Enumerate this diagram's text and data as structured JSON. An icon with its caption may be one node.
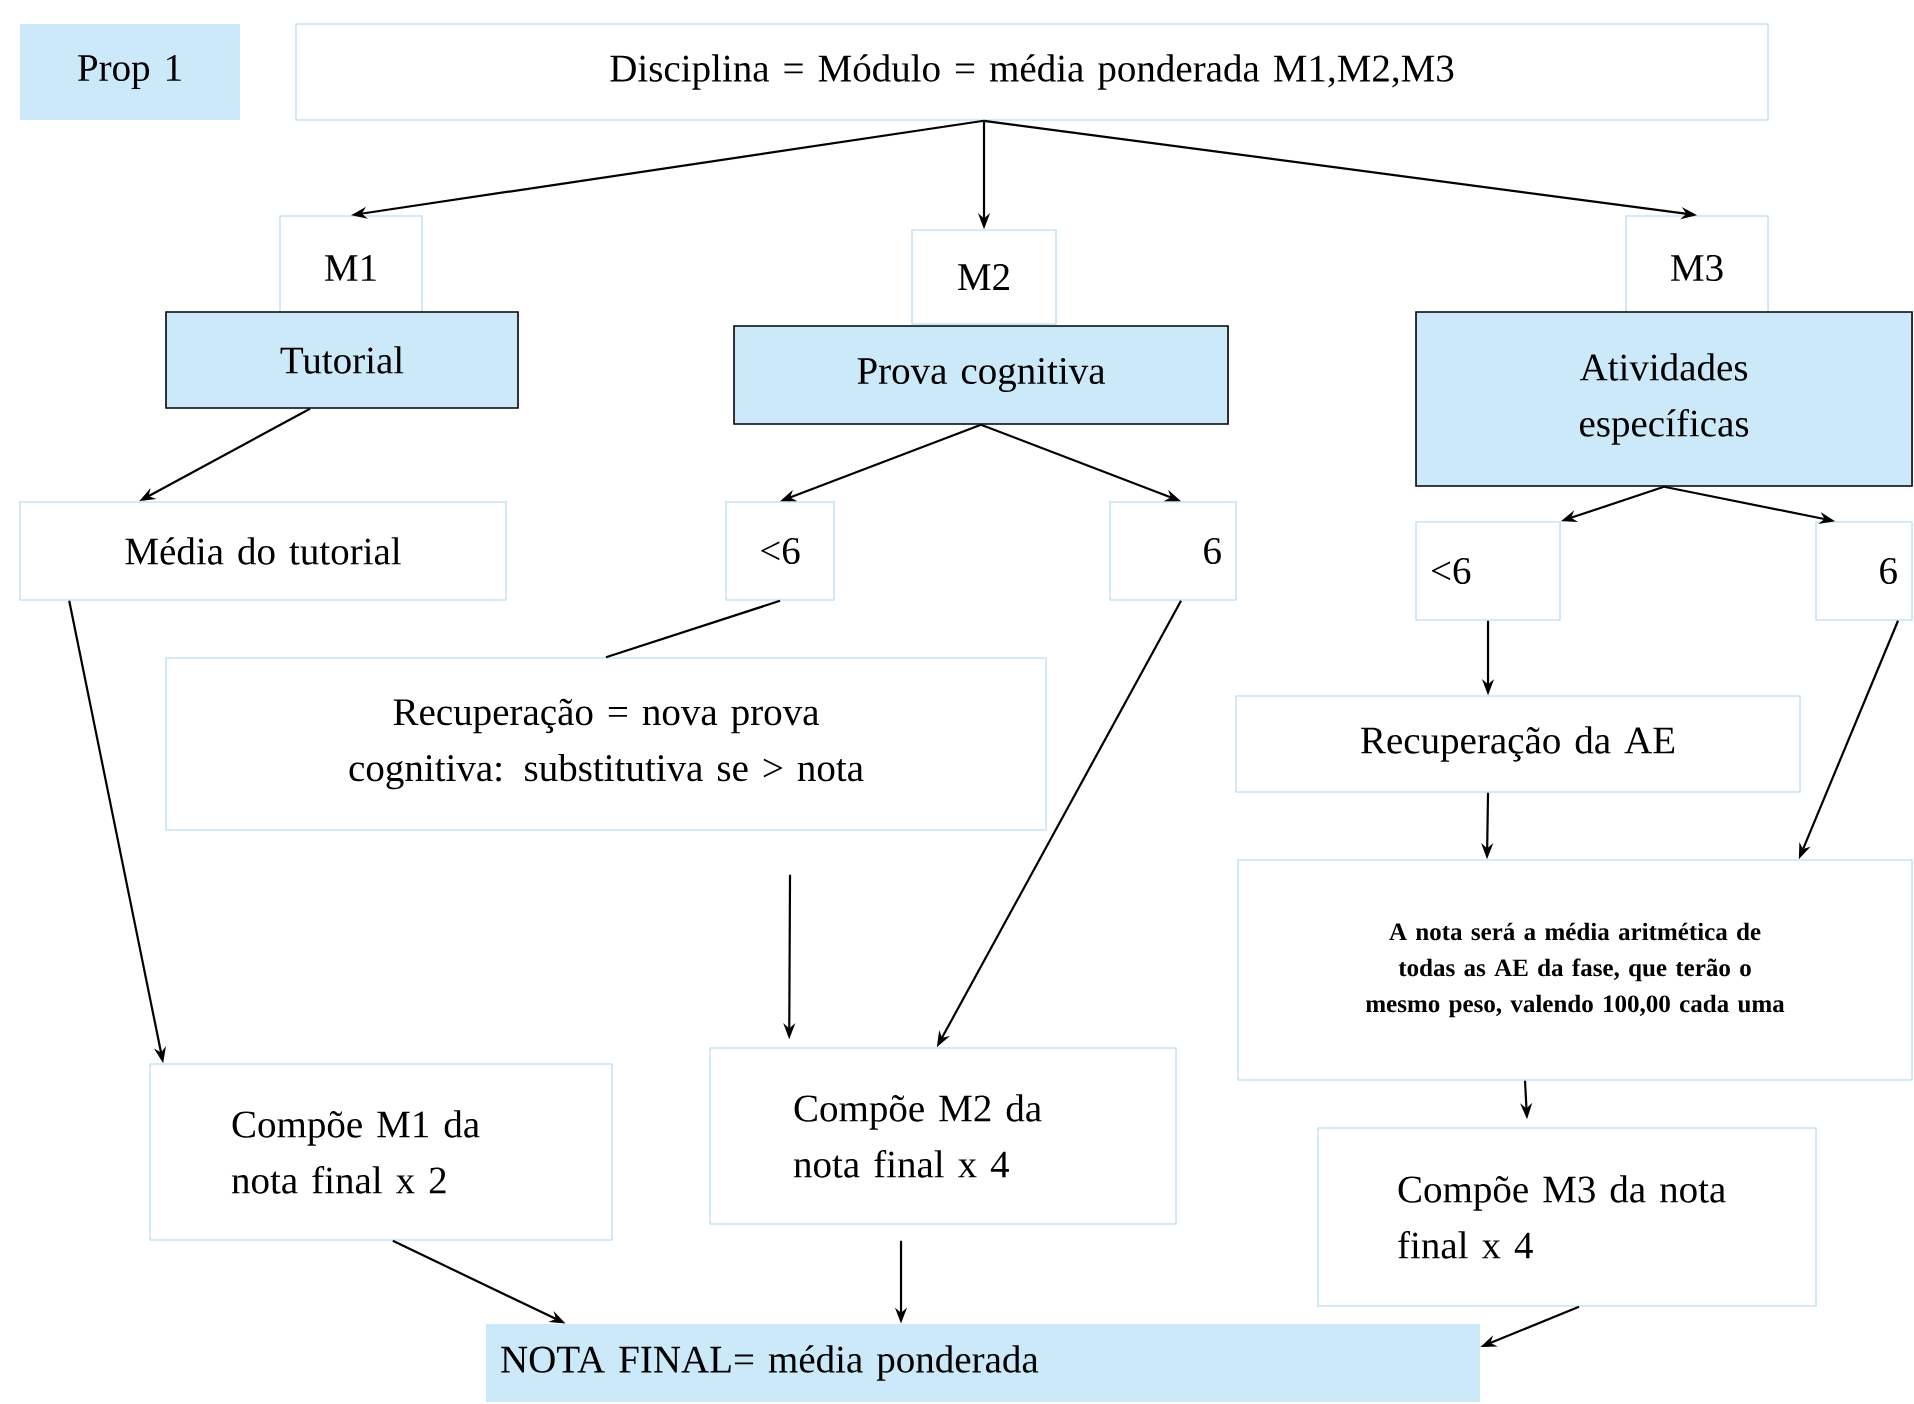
{
  "diagram": {
    "nodes": [
      {
        "text": [
          "Prop 1"
        ]
      },
      {
        "text": [
          "Disciplina = Módulo = média ponderada M1,M2,M3"
        ]
      },
      {
        "text": [
          "M1"
        ]
      },
      {
        "text": [
          "M2"
        ]
      },
      {
        "text": [
          "M3"
        ]
      },
      {
        "text": [
          "Tutorial"
        ]
      },
      {
        "text": [
          "Prova cognitiva"
        ]
      },
      {
        "text": [
          "Atividades específicas"
        ]
      },
      {
        "text": [
          "Média do tutorial"
        ]
      },
      {
        "text": [
          "<6"
        ]
      },
      {
        "text": [
          "6"
        ]
      },
      {
        "text": [
          "<6"
        ]
      },
      {
        "text": [
          "6"
        ]
      },
      {
        "text": [
          "Recuperação = nova prova cognitiva: substitutiva se > nota"
        ]
      },
      {
        "text": [
          "Recuperação da AE"
        ]
      },
      {
        "text": [
          "A nota será a média aritmética de todas as AE da fase, que terão o mesmo peso, valendo 100,00 cada uma"
        ]
      },
      {
        "text": [
          "Compõe M1 da nota final x 2"
        ]
      },
      {
        "text": [
          "Compõe M2 da nota final x 4"
        ]
      },
      {
        "text": [
          "Compõe M3 da nota final x 4"
        ]
      },
      {
        "text": [
          "NOTA FINAL= média ponderada"
        ]
      }
    ],
    "edges": [
      {
        "from": 1,
        "to": 2,
        "arrow": "to"
      },
      {
        "from": 1,
        "to": 3,
        "arrow": "to"
      },
      {
        "from": 1,
        "to": 4,
        "arrow": "to"
      },
      {
        "from": 5,
        "to": 8,
        "arrow": "to"
      },
      {
        "from": 6,
        "to": 9,
        "arrow": "to"
      },
      {
        "from": 6,
        "to": 10,
        "arrow": "to"
      },
      {
        "from": 7,
        "to": 11,
        "arrow": "to"
      },
      {
        "from": 7,
        "to": 12,
        "arrow": "to"
      },
      {
        "from": 8,
        "to": 16,
        "arrow": "to"
      },
      {
        "from": 9,
        "to": 13,
        "arrow": "none"
      },
      {
        "from": 13,
        "to": 17,
        "arrow": "to"
      },
      {
        "from": 10,
        "to": 17,
        "arrow": "to"
      },
      {
        "from": 11,
        "to": 14,
        "arrow": "to"
      },
      {
        "from": 12,
        "to": 15,
        "arrow": "to"
      },
      {
        "from": 14,
        "to": 15,
        "arrow": "to"
      },
      {
        "from": 15,
        "to": 18,
        "arrow": "to"
      },
      {
        "from": 16,
        "to": 19,
        "arrow": "to"
      },
      {
        "from": 17,
        "to": 19,
        "arrow": "to"
      },
      {
        "from": 18,
        "to": 19,
        "arrow": "to"
      }
    ]
  }
}
